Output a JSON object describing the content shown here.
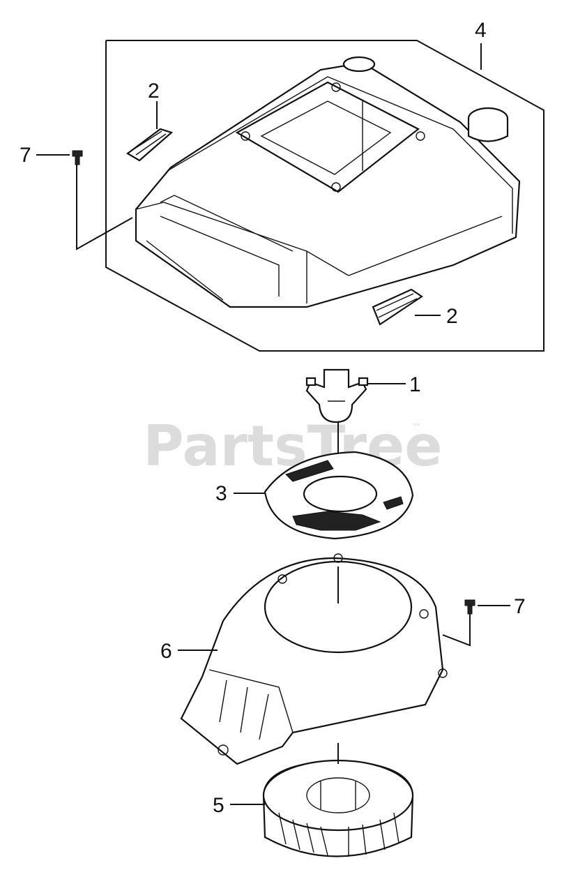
{
  "watermark": {
    "text": "PartsTree",
    "trademark": "™"
  },
  "callouts": {
    "c1": "1",
    "c2a": "2",
    "c2b": "2",
    "c3": "3",
    "c4": "4",
    "c5": "5",
    "c6": "6",
    "c7a": "7",
    "c7b": "7"
  },
  "parts": [
    {
      "number": "1",
      "icon": "clip-icon"
    },
    {
      "number": "2",
      "icon": "seal-strip-icon"
    },
    {
      "number": "3",
      "icon": "label-plate-icon"
    },
    {
      "number": "4",
      "icon": "air-cleaner-housing-icon"
    },
    {
      "number": "5",
      "icon": "cooling-fan-icon"
    },
    {
      "number": "6",
      "icon": "fan-cover-icon"
    },
    {
      "number": "7",
      "icon": "bolt-icon"
    }
  ]
}
